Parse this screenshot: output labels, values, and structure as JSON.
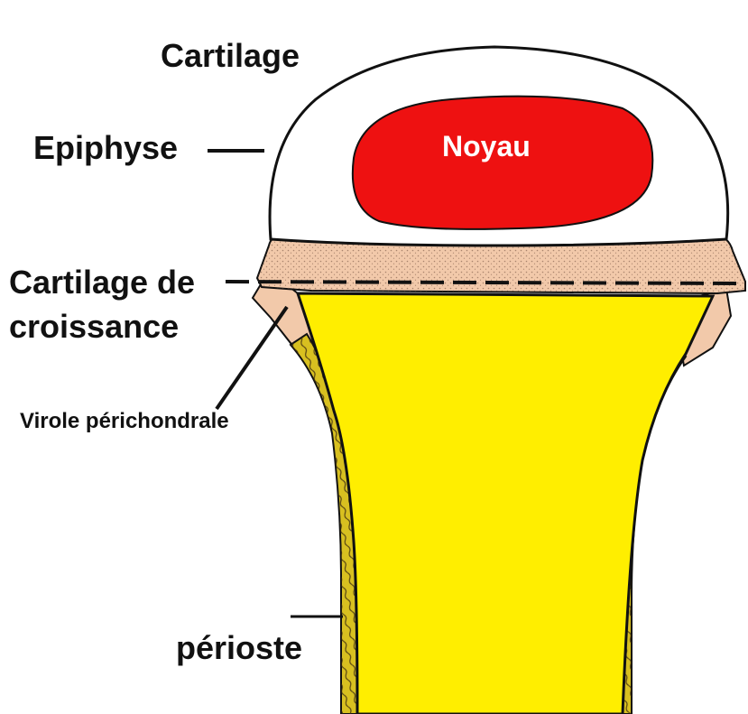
{
  "labels": {
    "cartilage": "Cartilage",
    "epiphyse": "Epiphyse",
    "noyau": "Noyau",
    "cartilage_de": "Cartilage de",
    "croissance": "croissance",
    "virole": "Virole périchondrale",
    "perioste": "périoste"
  },
  "colors": {
    "noyau": "#ee1111",
    "diaphyse": "#ffee00",
    "cartilage_croissance": "#f2c9aa",
    "periosteum": "#d8c020",
    "outline": "#111111"
  }
}
